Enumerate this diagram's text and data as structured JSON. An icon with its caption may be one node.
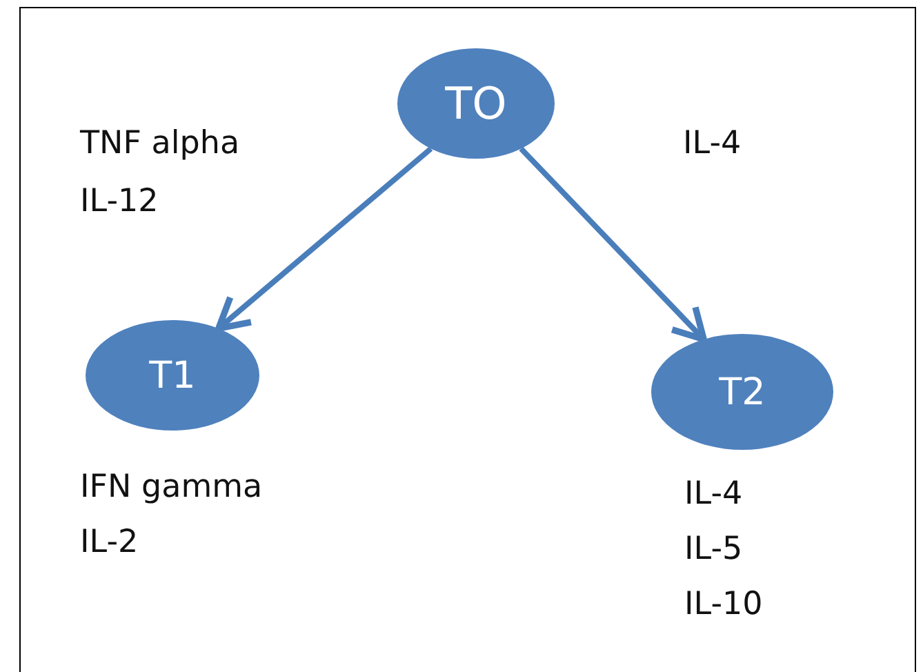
{
  "diagram": {
    "nodes": [
      {
        "text": [
          "TO"
        ]
      },
      {
        "text": [
          "T1"
        ],
        "beside": [
          "IFN gamma",
          "IL-2"
        ]
      },
      {
        "text": [
          "T2"
        ],
        "beside": [
          "IL-4",
          "IL-5",
          "IL-10"
        ]
      }
    ],
    "edges": [
      {
        "from": 0,
        "to": 1,
        "arrow": "to"
      },
      {
        "from": 0,
        "to": 2,
        "arrow": "to"
      }
    ],
    "labels": [
      "TNF alpha",
      "IL-12",
      "IL-4"
    ]
  }
}
